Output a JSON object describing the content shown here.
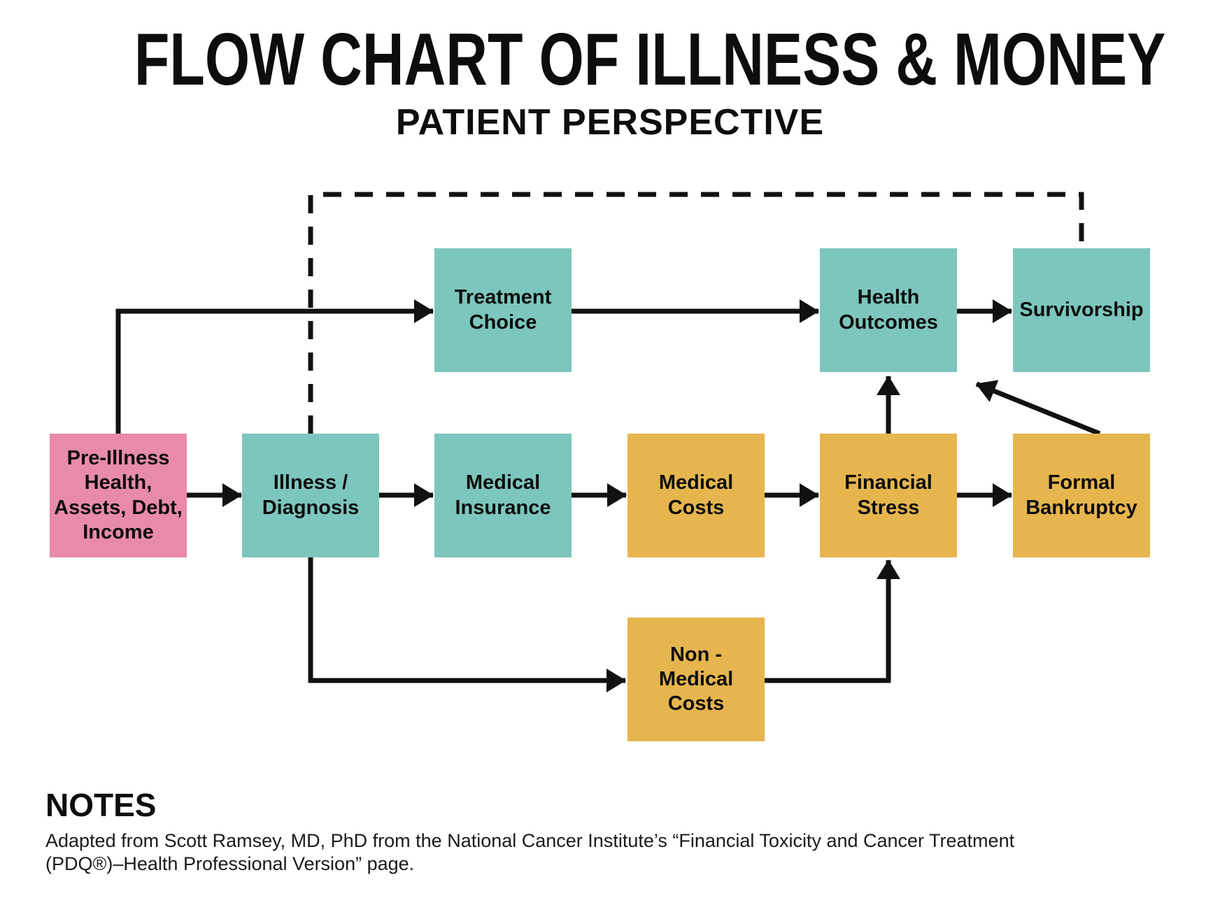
{
  "title": "FLOW CHART OF ILLNESS & MONEY",
  "subtitle": "PATIENT PERSPECTIVE",
  "colors": {
    "teal": "#7cc6bd",
    "pink": "#e88aac",
    "gold": "#e6b54e",
    "line": "#111111",
    "text": "#0d0d0d",
    "background": "#ffffff"
  },
  "nodes": [
    {
      "id": "pre-illness",
      "label": "Pre-Illness\nHealth,\nAssets, Debt,\nIncome",
      "color": "pink"
    },
    {
      "id": "illness-diagnosis",
      "label": "Illness /\nDiagnosis",
      "color": "teal"
    },
    {
      "id": "treatment-choice",
      "label": "Treatment\nChoice",
      "color": "teal"
    },
    {
      "id": "medical-insurance",
      "label": "Medical\nInsurance",
      "color": "teal"
    },
    {
      "id": "medical-costs",
      "label": "Medical\nCosts",
      "color": "gold"
    },
    {
      "id": "non-medical-costs",
      "label": "Non -\nMedical\nCosts",
      "color": "gold"
    },
    {
      "id": "financial-stress",
      "label": "Financial\nStress",
      "color": "gold"
    },
    {
      "id": "health-outcomes",
      "label": "Health\nOutcomes",
      "color": "teal"
    },
    {
      "id": "survivorship",
      "label": "Survivorship",
      "color": "teal"
    },
    {
      "id": "formal-bankruptcy",
      "label": "Formal\nBankruptcy",
      "color": "gold"
    }
  ],
  "edges": [
    {
      "from": "pre-illness",
      "to": "illness-diagnosis",
      "style": "solid-arrow"
    },
    {
      "from": "pre-illness",
      "to": "treatment-choice",
      "style": "solid-arrow"
    },
    {
      "from": "illness-diagnosis",
      "to": "medical-insurance",
      "style": "solid-arrow"
    },
    {
      "from": "medical-insurance",
      "to": "medical-costs",
      "style": "solid-arrow"
    },
    {
      "from": "medical-costs",
      "to": "financial-stress",
      "style": "solid-arrow"
    },
    {
      "from": "financial-stress",
      "to": "formal-bankruptcy",
      "style": "solid-arrow"
    },
    {
      "from": "treatment-choice",
      "to": "health-outcomes",
      "style": "solid-arrow"
    },
    {
      "from": "health-outcomes",
      "to": "survivorship",
      "style": "solid-arrow"
    },
    {
      "from": "financial-stress",
      "to": "health-outcomes",
      "style": "solid-arrow"
    },
    {
      "from": "illness-diagnosis",
      "to": "non-medical-costs",
      "style": "solid-arrow"
    },
    {
      "from": "non-medical-costs",
      "to": "financial-stress",
      "style": "solid-arrow"
    },
    {
      "from": "formal-bankruptcy",
      "to": "health-outcomes",
      "style": "solid-arrow"
    },
    {
      "from": "illness-diagnosis",
      "to": "survivorship",
      "style": "dashed"
    }
  ],
  "notes": {
    "heading": "NOTES",
    "text": "Adapted from Scott Ramsey, MD, PhD from the National Cancer Institute’s “Financial Toxicity and Cancer Treatment\n(PDQ®)–Health Professional Version” page."
  }
}
